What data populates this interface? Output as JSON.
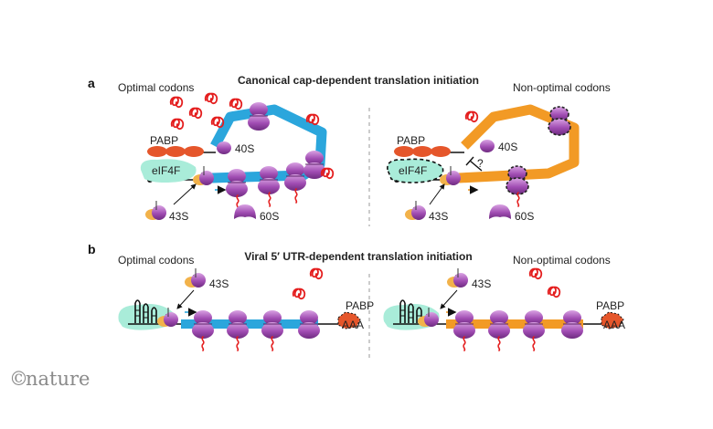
{
  "panel_a": {
    "letter": "a",
    "title": "Canonical cap-dependent translation initiation",
    "left_header": "Optimal codons",
    "right_header": "Non-optimal codons",
    "labels": {
      "pabp": "PABP",
      "eif4f": "eIF4F",
      "s40": "40S",
      "s43": "43S",
      "s60": "60S",
      "question": "?"
    }
  },
  "panel_b": {
    "letter": "b",
    "title": "Viral 5′ UTR-dependent translation initiation",
    "left_header": "Optimal codons",
    "right_header": "Non-optimal codons",
    "labels": {
      "s43": "43S",
      "pabp": "PABP",
      "polya": "AAA"
    }
  },
  "brand": {
    "copyright": "©",
    "name": "nature"
  },
  "colors": {
    "optimal": "#2ba6dc",
    "non_optimal": "#f29a25",
    "ribosome": "#a24db3",
    "eif4f": "#a9ecd9",
    "pabp": "#e5562b",
    "protein": "#e41e1e",
    "trna": "#f2b24a"
  }
}
